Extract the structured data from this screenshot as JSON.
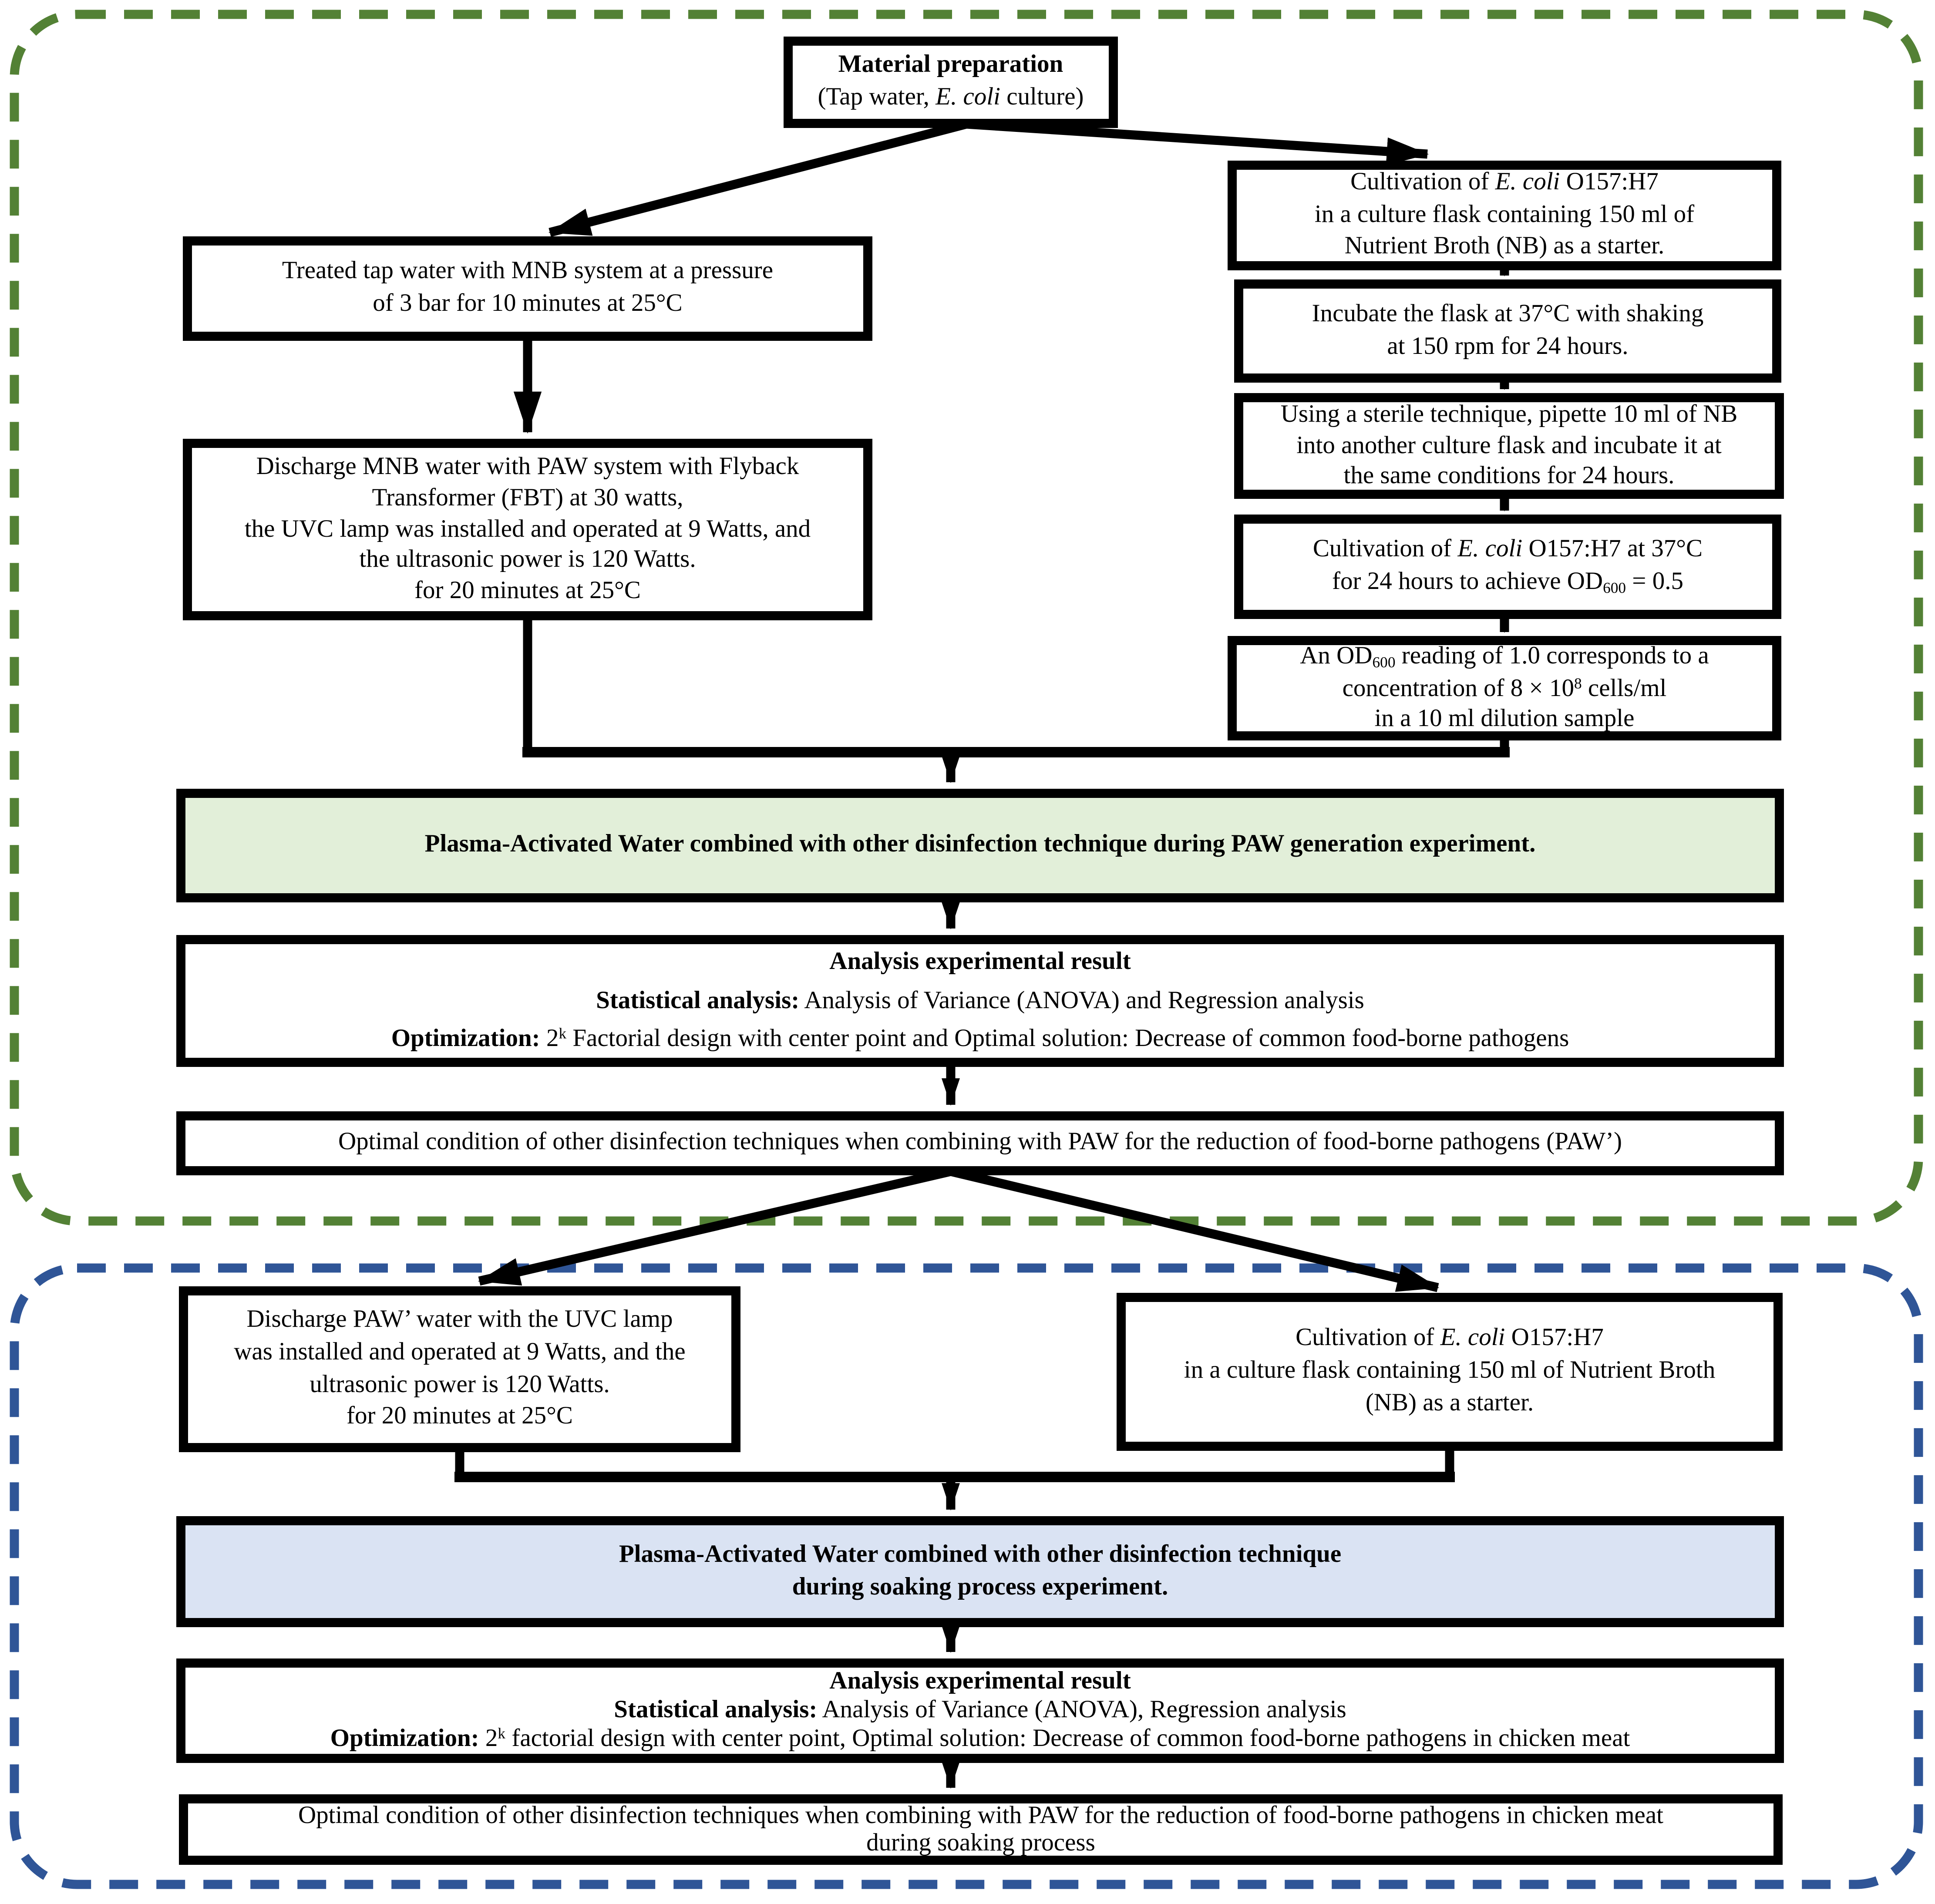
{
  "colors": {
    "green_border": "#538135",
    "blue_border": "#2F5597",
    "green_fill": "#E2EFD9",
    "blue_fill": "#DAE3F3",
    "box_border": "#000000",
    "arrow": "#000000"
  },
  "boxes": {
    "material": {
      "lines": [
        [
          {
            "t": "Material preparation",
            "s": "b"
          }
        ],
        [
          {
            "t": "(Tap water, "
          },
          {
            "t": "E. coli",
            "s": "i"
          },
          {
            "t": " culture)"
          }
        ]
      ]
    },
    "treated_tap": {
      "lines": [
        [
          {
            "t": "Treated tap water with MNB system at a pressure"
          }
        ],
        [
          {
            "t": "of 3 bar for 10 minutes at 25°C"
          }
        ]
      ]
    },
    "discharge_mnb": {
      "lines": [
        [
          {
            "t": "Discharge MNB water with PAW system with Flyback"
          }
        ],
        [
          {
            "t": "Transformer (FBT) at 30 watts,"
          }
        ],
        [
          {
            "t": "the UVC lamp was installed and operated at 9 Watts, and"
          }
        ],
        [
          {
            "t": "the ultrasonic power is 120 Watts."
          }
        ],
        [
          {
            "t": "for 20 minutes at 25°C"
          }
        ]
      ]
    },
    "cultivation_starter": {
      "lines": [
        [
          {
            "t": "Cultivation of "
          },
          {
            "t": "E. coli",
            "s": "i"
          },
          {
            "t": " O157:H7"
          }
        ],
        [
          {
            "t": "in a culture flask containing 150 ml of"
          }
        ],
        [
          {
            "t": "Nutrient Broth (NB) as a starter."
          }
        ]
      ]
    },
    "incubate_flask": {
      "lines": [
        [
          {
            "t": "Incubate the flask at 37°C with shaking"
          }
        ],
        [
          {
            "t": "at 150 rpm for 24 hours."
          }
        ]
      ]
    },
    "sterile_technique": {
      "lines": [
        [
          {
            "t": "Using a sterile technique, pipette 10 ml of NB"
          }
        ],
        [
          {
            "t": "into another culture flask and incubate it at"
          }
        ],
        [
          {
            "t": "the same conditions for 24 hours."
          }
        ]
      ]
    },
    "cultivation_od": {
      "lines": [
        [
          {
            "t": "Cultivation of "
          },
          {
            "t": "E. coli",
            "s": "i"
          },
          {
            "t": " O157:H7 at 37°C"
          }
        ],
        [
          {
            "t": "for 24 hours to achieve OD"
          },
          {
            "t": "600",
            "s": "sub"
          },
          {
            "t": " = 0.5"
          }
        ]
      ]
    },
    "od_reading": {
      "lines": [
        [
          {
            "t": "An OD"
          },
          {
            "t": "600",
            "s": "sub"
          },
          {
            "t": " reading of 1.0 corresponds to a"
          }
        ],
        [
          {
            "t": "concentration of 8 × 10"
          },
          {
            "t": "8",
            "s": "sup"
          },
          {
            "t": " cells/ml"
          }
        ],
        [
          {
            "t": "in a 10 ml dilution sample"
          }
        ]
      ]
    },
    "paw_generation": {
      "lines": [
        [
          {
            "t": "Plasma-Activated Water combined with other disinfection technique during PAW generation experiment.",
            "s": "b"
          }
        ]
      ]
    },
    "analysis_generation": {
      "lines": [
        [
          {
            "t": "Analysis experimental result",
            "s": "b"
          }
        ],
        [
          {
            "t": "Statistical analysis:",
            "s": "b"
          },
          {
            "t": " Analysis of Variance (ANOVA) and Regression analysis"
          }
        ],
        [
          {
            "t": "Optimization:",
            "s": "b"
          },
          {
            "t": " 2"
          },
          {
            "t": "k",
            "s": "sup"
          },
          {
            "t": " Factorial design with center point and Optimal solution: Decrease of common food-borne pathogens"
          }
        ]
      ]
    },
    "optimal_paw": {
      "lines": [
        [
          {
            "t": "Optimal condition of other disinfection techniques when combining with PAW for the reduction of food-borne pathogens (PAW’)"
          }
        ]
      ]
    },
    "discharge_paw": {
      "lines": [
        [
          {
            "t": "Discharge PAW’ water with the UVC lamp"
          }
        ],
        [
          {
            "t": "was installed and operated at 9 Watts, and the"
          }
        ],
        [
          {
            "t": "ultrasonic power is 120 Watts."
          }
        ],
        [
          {
            "t": "for 20 minutes at 25°C"
          }
        ]
      ]
    },
    "cultivation_soaking": {
      "lines": [
        [
          {
            "t": "Cultivation of "
          },
          {
            "t": "E. coli",
            "s": "i"
          },
          {
            "t": " O157:H7"
          }
        ],
        [
          {
            "t": "in a culture flask containing 150 ml of Nutrient Broth"
          }
        ],
        [
          {
            "t": "(NB) as a starter."
          }
        ]
      ]
    },
    "paw_soaking": {
      "lines": [
        [
          {
            "t": "Plasma-Activated Water combined with other disinfection technique",
            "s": "b"
          }
        ],
        [
          {
            "t": "during soaking process experiment.",
            "s": "b"
          }
        ]
      ]
    },
    "analysis_soaking": {
      "lines": [
        [
          {
            "t": "Analysis experimental result",
            "s": "b"
          }
        ],
        [
          {
            "t": "Statistical analysis:",
            "s": "b"
          },
          {
            "t": " Analysis of Variance (ANOVA), Regression analysis"
          }
        ],
        [
          {
            "t": "Optimization:",
            "s": "b"
          },
          {
            "t": " 2"
          },
          {
            "t": "k",
            "s": "sup"
          },
          {
            "t": " factorial design with center point, Optimal solution: Decrease of common food-borne pathogens in chicken meat"
          }
        ]
      ]
    },
    "optimal_soaking": {
      "lines": [
        [
          {
            "t": "Optimal condition of other disinfection techniques when combining with PAW for the reduction of food-borne pathogens in chicken meat"
          }
        ],
        [
          {
            "t": "during soaking process"
          }
        ]
      ]
    }
  }
}
